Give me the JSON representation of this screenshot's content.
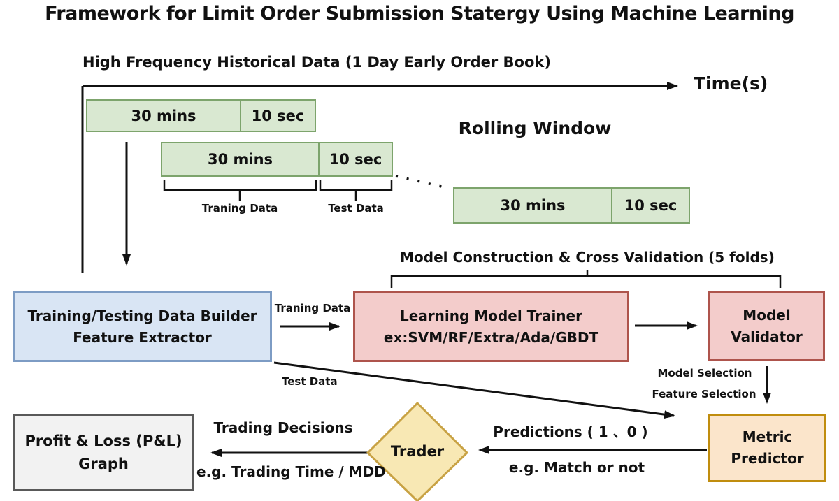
{
  "title": "Framework for Limit Order Submission Statergy Using Machine Learning",
  "colors": {
    "green-fill": "#d9e8d1",
    "green-border": "#7da46c",
    "blue-fill": "#d9e5f4",
    "blue-border": "#7d9cc4",
    "red-fill": "#f3cccb",
    "red-border": "#ae544c",
    "orange-fill": "#fbe5cb",
    "orange-border": "#c08d0e",
    "diamond-fill": "#f8e8b4",
    "diamond-border": "#c8a244",
    "grey-fill": "#f2f2f2",
    "grey-border": "#595959",
    "line": "#111111"
  },
  "timeline": {
    "header_label": "High Frequency Historical Data (1 Day Early Order Book)",
    "axis_label": "Time(s)",
    "rolling_window_label": "Rolling Window",
    "windows": [
      {
        "train": "30 mins",
        "test": "10 sec"
      },
      {
        "train": "30 mins",
        "test": "10 sec"
      },
      {
        "train": "30 mins",
        "test": "10 sec"
      }
    ],
    "training_brace_label": "Traning Data",
    "test_brace_label": "Test Data"
  },
  "pipeline": {
    "cross_validation_label": "Model Construction & Cross Validation (5 folds)",
    "data_builder": {
      "line1": "Training/Testing Data Builder",
      "line2": "Feature Extractor"
    },
    "trainer": {
      "line1": "Learning Model Trainer",
      "line2": "ex:SVM/RF/Extra/Ada/GBDT"
    },
    "validator": {
      "line1": "Model",
      "line2": "Validator"
    },
    "metric_predictor": {
      "line1": "Metric",
      "line2": "Predictor"
    },
    "trader_label": "Trader",
    "pnl": {
      "line1": "Profit & Loss (P&L)",
      "line2": "Graph"
    }
  },
  "edges": {
    "traning_data": "Traning Data",
    "test_data": "Test Data",
    "model_selection": "Model Selection",
    "feature_selection": "Feature Selection",
    "predictions": "Predictions ( 1 、0 )",
    "match_or_not": "e.g. Match or not",
    "trading_decisions": "Trading Decisions",
    "trading_time_mdd": "e.g. Trading Time / MDD"
  }
}
